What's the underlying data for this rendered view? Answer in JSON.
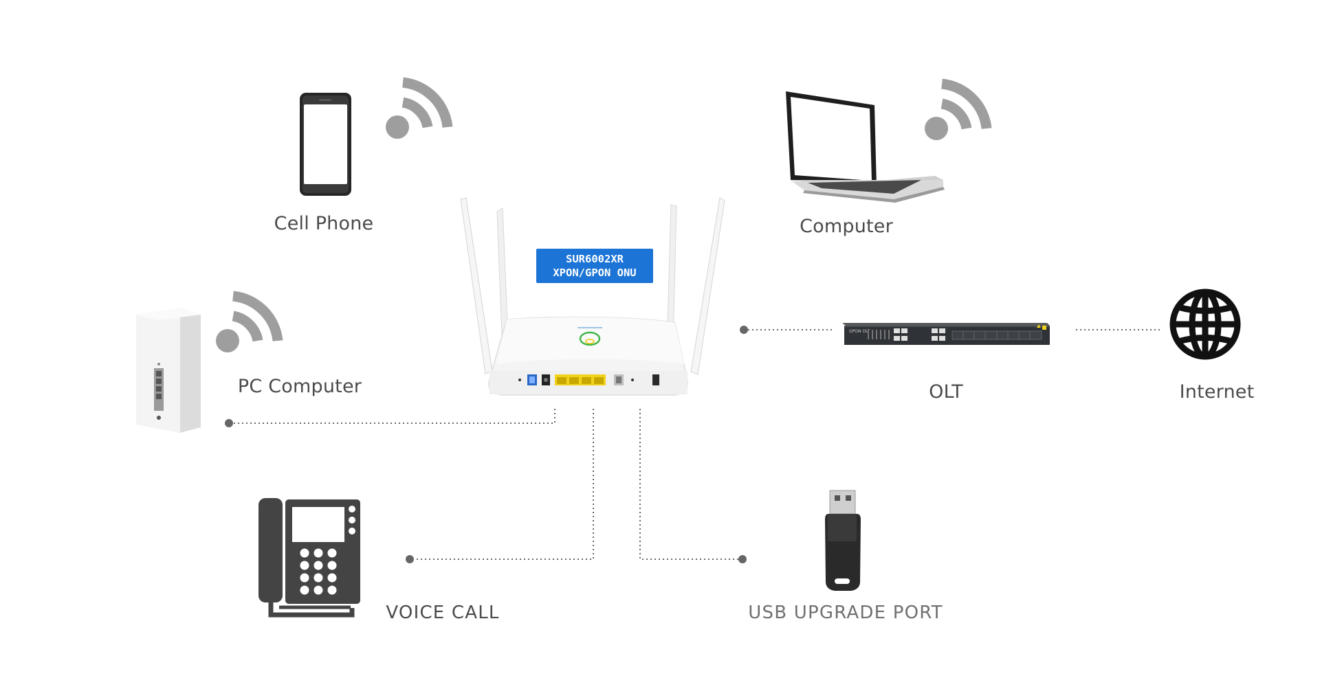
{
  "diagram": {
    "router": {
      "model_line1": "SUR6002XR",
      "model_line2": "XPON/GPON ONU"
    },
    "olt": {
      "label": "OLT",
      "panel_text": "GPON OLT"
    },
    "devices": {
      "cell_phone": "Cell Phone",
      "computer": "Computer",
      "pc_computer": "PC Computer",
      "internet": "Internet",
      "voice_call": "VOICE CALL",
      "usb_port": "USB UPGRADE PORT"
    },
    "colors": {
      "accent_tag": "#1c74d6",
      "wifi_gray": "#9e9e9e",
      "line_dot": "#666666",
      "port_yellow": "#f2d31b",
      "port_blue": "#2b67c6"
    }
  }
}
